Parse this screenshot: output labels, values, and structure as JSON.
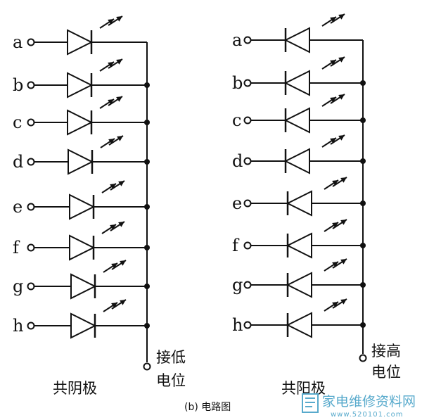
{
  "circuits": [
    {
      "id": "common-cathode",
      "type": "common-cathode",
      "pins": [
        "a",
        "b",
        "c",
        "d",
        "e",
        "f",
        "g",
        "h"
      ],
      "end_label_line1": "接低",
      "end_label_line2": "电位",
      "side_label": "共阴极"
    },
    {
      "id": "common-anode",
      "type": "common-anode",
      "pins": [
        "a",
        "b",
        "c",
        "d",
        "e",
        "f",
        "g",
        "h"
      ],
      "end_label_line1": "接高",
      "end_label_line2": "电位",
      "side_label": "共阳极"
    }
  ],
  "caption": "(b) 电路图",
  "watermark": {
    "text": "家电维修资料网",
    "url": "www.520101.com",
    "color": "#58aacc"
  },
  "colors": {
    "ink": "#111111",
    "background": "#ffffff"
  }
}
